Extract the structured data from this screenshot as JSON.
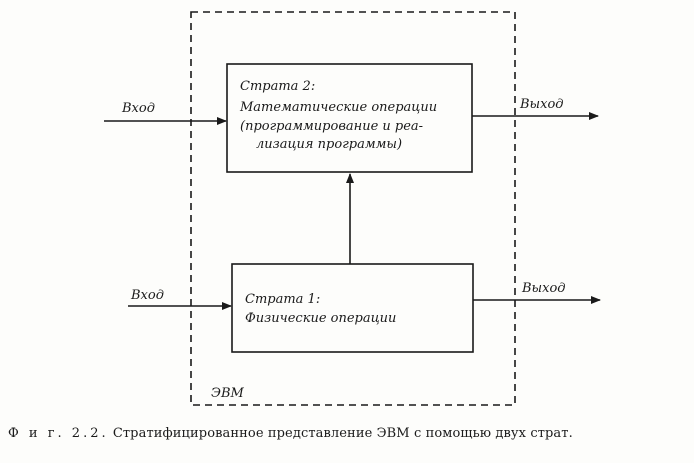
{
  "diagram": {
    "container_label": "ЭВМ",
    "strata": [
      {
        "title": "Страта 2:",
        "lines": [
          "Математические операции",
          "(программирование и реа-",
          "лизация программы)"
        ]
      },
      {
        "title": "Страта 1:",
        "lines": [
          "Физические операции"
        ]
      }
    ],
    "inputs": [
      "Вход",
      "Вход"
    ],
    "outputs": [
      "Выход",
      "Выход"
    ]
  },
  "caption": {
    "prefix": "Ф и г. 2.2.",
    "text": "Стратифицированное представление ЭВМ с помощью двух страт."
  },
  "colors": {
    "ink": "#1a1a1a",
    "paper": "#fdfdfb"
  }
}
